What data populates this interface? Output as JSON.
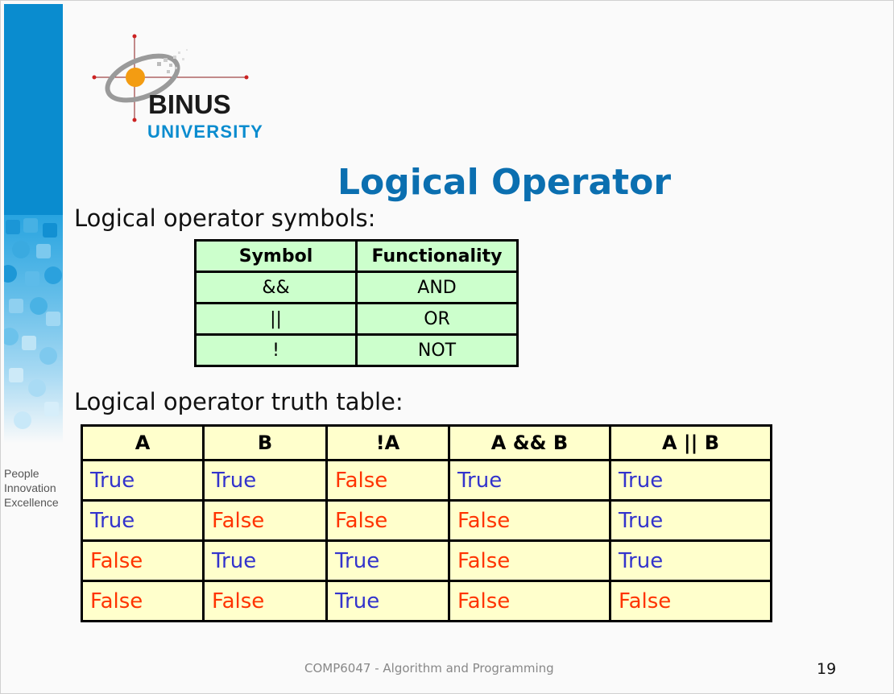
{
  "logo": {
    "line1": "BINUS",
    "line2": "UNIVERSITY"
  },
  "tagline": [
    "People",
    "Innovation",
    "Excellence"
  ],
  "title": "Logical Operator",
  "section1_heading": "Logical operator symbols:",
  "symbols_table": {
    "headers": [
      "Symbol",
      "Functionality"
    ],
    "rows": [
      [
        "&&",
        "AND"
      ],
      [
        "||",
        "OR"
      ],
      [
        "!",
        "NOT"
      ]
    ]
  },
  "section2_heading": "Logical operator truth table:",
  "truth_table": {
    "headers": [
      "A",
      "B",
      "!A",
      "A && B",
      "A || B"
    ],
    "rows": [
      [
        "True",
        "True",
        "False",
        "True",
        "True"
      ],
      [
        "True",
        "False",
        "False",
        "False",
        "True"
      ],
      [
        "False",
        "True",
        "True",
        "False",
        "True"
      ],
      [
        "False",
        "False",
        "True",
        "False",
        "False"
      ]
    ]
  },
  "colors": {
    "brand_blue": "#0a8ccf",
    "title_blue": "#0b6fb0",
    "true_value": "#3333cc",
    "false_value": "#ff3300",
    "symbols_table_bg": "#ccffcc",
    "truth_table_bg": "#ffffcc"
  },
  "footer": "COMP6047 - Algorithm and Programming",
  "page_number": "19"
}
